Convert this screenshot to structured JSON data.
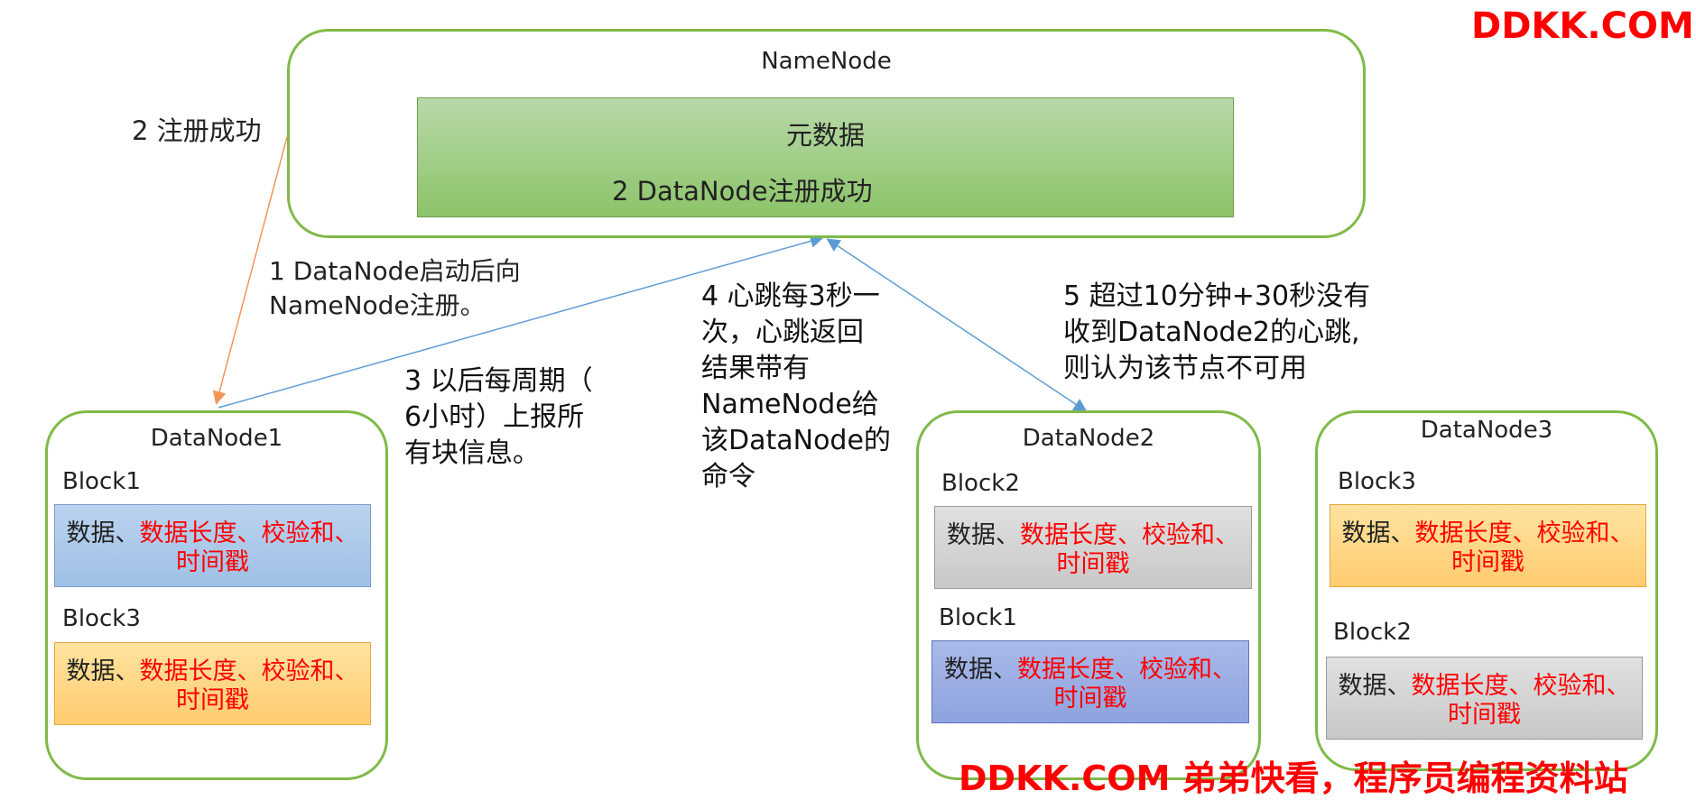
{
  "watermark_top": "DDKK.COM",
  "watermark_bottom": "DDKK.COM 弟弟快看，程序员编程资料站",
  "namenode": {
    "title": "NameNode",
    "metadata_title": "元数据",
    "metadata_sub": "2 DataNode注册成功"
  },
  "notes": {
    "register_success": "2 注册成功",
    "step1": [
      "1 DataNode启动后向",
      "NameNode注册。"
    ],
    "step3": [
      "3 以后每周期（",
      "6小时）上报所",
      "有块信息。"
    ],
    "step4": [
      "4 心跳每3秒一",
      "次，心跳返回",
      "结果带有",
      "NameNode给",
      "该DataNode的",
      "命令"
    ],
    "step5": [
      "5 超过10分钟+30秒没有",
      "收到DataNode2的心跳,",
      "则认为该节点不可用"
    ]
  },
  "block_text": {
    "prefix": "数据、",
    "red": "数据长度、校验和、",
    "line2": "时间戳"
  },
  "datanodes": [
    {
      "title": "DataNode1",
      "blocks": [
        {
          "label": "Block1",
          "style": "blue"
        },
        {
          "label": "Block3",
          "style": "orange"
        }
      ]
    },
    {
      "title": "DataNode2",
      "blocks": [
        {
          "label": "Block2",
          "style": "gray"
        },
        {
          "label": "Block1",
          "style": "indigo"
        }
      ]
    },
    {
      "title": "DataNode3",
      "blocks": [
        {
          "label": "Block3",
          "style": "orange"
        },
        {
          "label": "Block2",
          "style": "gray"
        }
      ]
    }
  ],
  "colors": {
    "node_border": "#7fba48",
    "arrow_orange": "#f0955a",
    "arrow_blue": "#5b9bd5",
    "watermark": "#ff0000"
  }
}
